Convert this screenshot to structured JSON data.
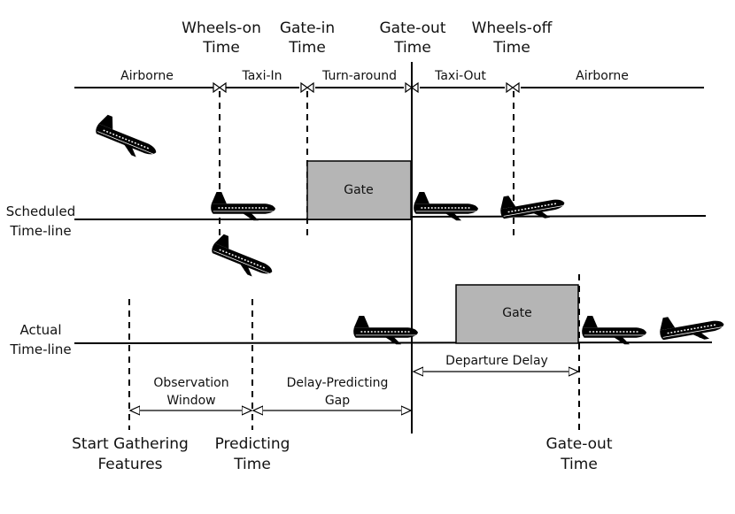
{
  "events": {
    "wheels_on": [
      "Wheels-on",
      "Time"
    ],
    "gate_in": [
      "Gate-in",
      "Time"
    ],
    "gate_out": [
      "Gate-out",
      "Time"
    ],
    "wheels_off": [
      "Wheels-off",
      "Time"
    ]
  },
  "phases": {
    "airborne_1": "Airborne",
    "taxi_in": "Taxi-In",
    "turn_around": "Turn-around",
    "taxi_out": "Taxi-Out",
    "airborne_2": "Airborne"
  },
  "timelines": {
    "scheduled": [
      "Scheduled",
      "Time-line"
    ],
    "actual": [
      "Actual",
      "Time-line"
    ]
  },
  "gate_label": "Gate",
  "intervals": {
    "observation_window": [
      "Observation",
      "Window"
    ],
    "delay_predicting_gap": [
      "Delay-Predicting",
      "Gap"
    ],
    "departure_delay": "Departure Delay"
  },
  "markers": {
    "start_gathering": [
      "Start Gathering",
      "Features"
    ],
    "predicting_time": [
      "Predicting",
      "Time"
    ],
    "gate_out_time": [
      "Gate-out",
      "Time"
    ]
  },
  "icons": {
    "airplane": "airplane-icon"
  }
}
